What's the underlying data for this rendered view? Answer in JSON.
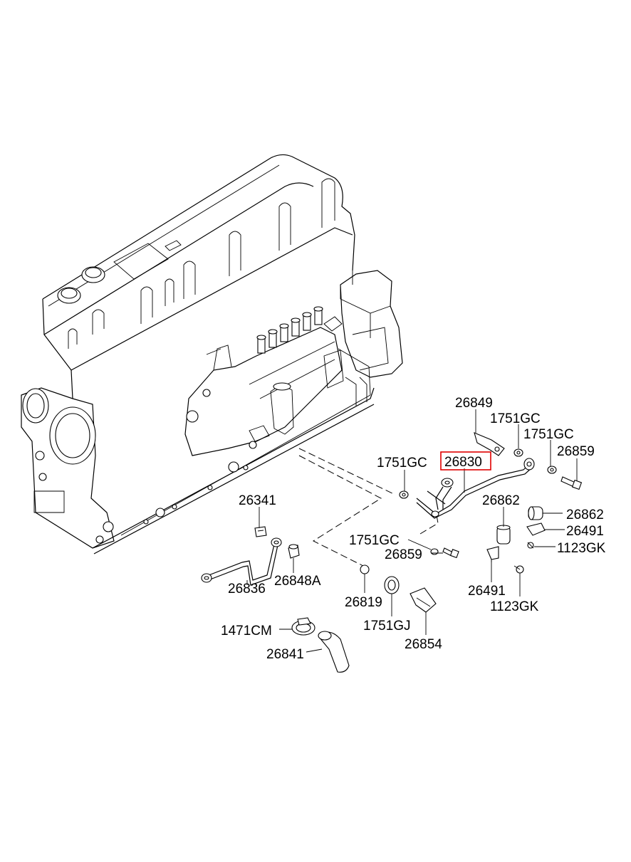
{
  "labels": {
    "p26849": "26849",
    "p1751gc_a": "1751GC",
    "p1751gc_b": "1751GC",
    "p26859_a": "26859",
    "p1751gc_c": "1751GC",
    "p26830": "26830",
    "p26862_a": "26862",
    "p26862_b": "26862",
    "p26491_a": "26491",
    "p1123gk_a": "1123GK",
    "p26341": "26341",
    "p1751gc_d": "1751GC",
    "p26859_b": "26859",
    "p26836": "26836",
    "p26848a": "26848A",
    "p26491_b": "26491",
    "p1123gk_b": "1123GK",
    "p26819": "26819",
    "p1751gj": "1751GJ",
    "p1471cm": "1471CM",
    "p26854": "26854",
    "p26841": "26841"
  },
  "highlight": {
    "part": "26830",
    "color": "#e00000"
  }
}
